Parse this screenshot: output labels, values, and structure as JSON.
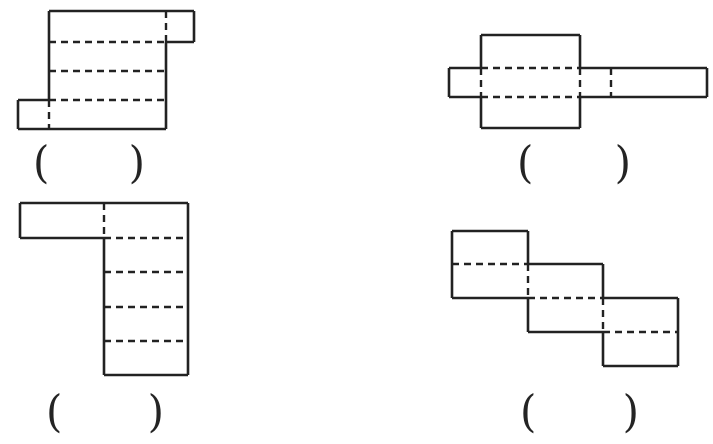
{
  "page": {
    "background": "#ffffff",
    "ink_color": "#222222"
  },
  "figures": [
    {
      "name": "net-top-left",
      "solid": [
        [
          49,
          11,
          194,
          11
        ],
        [
          194,
          11,
          194,
          42
        ],
        [
          194,
          42,
          166,
          42
        ],
        [
          166,
          42,
          166,
          129
        ],
        [
          166,
          129,
          18,
          129
        ],
        [
          18,
          129,
          18,
          100
        ],
        [
          18,
          100,
          49,
          100
        ],
        [
          49,
          100,
          49,
          11
        ]
      ],
      "dashed": [
        [
          166,
          11,
          166,
          42
        ],
        [
          49,
          100,
          49,
          129
        ],
        [
          49,
          42,
          166,
          42
        ],
        [
          49,
          71,
          166,
          71
        ],
        [
          49,
          100,
          166,
          100
        ]
      ]
    },
    {
      "name": "net-top-right",
      "solid": [
        [
          481,
          35,
          580,
          35
        ],
        [
          580,
          35,
          580,
          68
        ],
        [
          580,
          97,
          580,
          128
        ],
        [
          580,
          128,
          481,
          128
        ],
        [
          481,
          128,
          481,
          97
        ],
        [
          481,
          68,
          481,
          35
        ],
        [
          481,
          68,
          449,
          68
        ],
        [
          449,
          68,
          449,
          97
        ],
        [
          449,
          97,
          481,
          97
        ],
        [
          580,
          68,
          707,
          68
        ],
        [
          707,
          68,
          707,
          97
        ],
        [
          707,
          97,
          580,
          97
        ]
      ],
      "dashed": [
        [
          481,
          68,
          580,
          68
        ],
        [
          481,
          97,
          580,
          97
        ],
        [
          481,
          68,
          481,
          97
        ],
        [
          580,
          68,
          580,
          97
        ],
        [
          611,
          68,
          611,
          97
        ]
      ]
    },
    {
      "name": "net-bottom-left",
      "solid": [
        [
          20,
          203,
          188,
          203
        ],
        [
          188,
          203,
          188,
          375
        ],
        [
          188,
          375,
          104,
          375
        ],
        [
          104,
          375,
          104,
          238
        ],
        [
          104,
          238,
          20,
          238
        ],
        [
          20,
          238,
          20,
          203
        ]
      ],
      "dashed": [
        [
          104,
          203,
          104,
          238
        ],
        [
          104,
          238,
          188,
          238
        ],
        [
          104,
          272,
          188,
          272
        ],
        [
          104,
          307,
          188,
          307
        ],
        [
          104,
          341,
          188,
          341
        ]
      ]
    },
    {
      "name": "net-bottom-right",
      "solid": [
        [
          452,
          231,
          528,
          231
        ],
        [
          452,
          231,
          452,
          298
        ],
        [
          452,
          298,
          528,
          298
        ],
        [
          528,
          231,
          528,
          264
        ],
        [
          528,
          264,
          603,
          264
        ],
        [
          603,
          264,
          603,
          298
        ],
        [
          528,
          298,
          528,
          332
        ],
        [
          528,
          332,
          603,
          332
        ],
        [
          603,
          298,
          678,
          298
        ],
        [
          678,
          298,
          678,
          366
        ],
        [
          678,
          366,
          603,
          366
        ],
        [
          603,
          332,
          603,
          366
        ]
      ],
      "dashed": [
        [
          452,
          264,
          528,
          264
        ],
        [
          528,
          264,
          528,
          298
        ],
        [
          528,
          298,
          603,
          298
        ],
        [
          603,
          298,
          603,
          332
        ],
        [
          603,
          332,
          678,
          332
        ]
      ]
    }
  ],
  "answers": [
    {
      "name": "answer-top-left",
      "open": "(",
      "close": ")"
    },
    {
      "name": "answer-top-right",
      "open": "(",
      "close": ")"
    },
    {
      "name": "answer-bottom-left",
      "open": "(",
      "close": ")"
    },
    {
      "name": "answer-bottom-right",
      "open": "(",
      "close": ")"
    }
  ]
}
